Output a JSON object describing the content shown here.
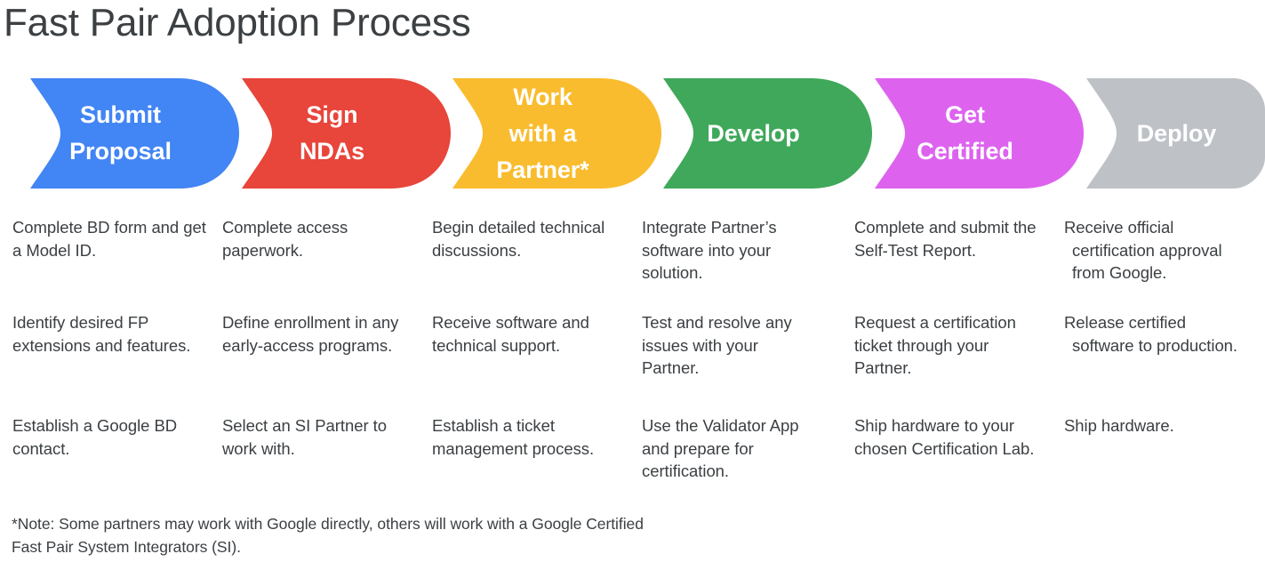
{
  "title": "Fast Pair Adoption Process",
  "steps": [
    {
      "label": "Submit\nProposal",
      "color": "#4285f4",
      "items": [
        "Complete BD form and get a Model ID.",
        "Identify desired FP extensions and features.",
        "Establish a Google BD contact."
      ]
    },
    {
      "label": "Sign\nNDAs",
      "color": "#e8453b",
      "items": [
        "Complete access paperwork.",
        "Define enrollment in any early-access programs.",
        "Select an SI Partner to work with."
      ]
    },
    {
      "label": "Work\nwith a\nPartner*",
      "color": "#f9bc2e",
      "items": [
        "Begin detailed technical discussions.",
        "Receive software and technical support.",
        "Establish a ticket management process."
      ]
    },
    {
      "label": "Develop",
      "color": "#3fa85a",
      "items": [
        "Integrate Partner’s software into your solution.",
        "Test and resolve any issues with your Partner.",
        "Use the Validator App and prepare for certification."
      ]
    },
    {
      "label": "Get\nCertified",
      "color": "#dd63ef",
      "items": [
        "Complete and submit the Self-Test Report.",
        "Request a certification ticket through your Partner.",
        "Ship hardware to your chosen Certification Lab."
      ]
    },
    {
      "label": "Deploy",
      "color": "#bec2c7",
      "items": [
        "Receive official certification approval from Google.",
        "Release certified software to production.",
        "Ship hardware."
      ]
    }
  ],
  "footnote": "*Note: Some partners may work with Google directly, others will work with a Google Certified Fast Pair System Integrators (SI)."
}
